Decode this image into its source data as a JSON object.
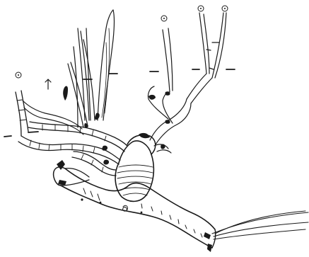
{
  "figure": {
    "subject": "line-drawing-plant-rhizome",
    "stroke_color": "#1a1a1a",
    "background_color": "#ffffff",
    "markers": [
      {
        "id": "m1",
        "label": ""
      },
      {
        "id": "m2",
        "label": ""
      },
      {
        "id": "m3",
        "label": ""
      },
      {
        "id": "m4",
        "label": ""
      }
    ]
  }
}
